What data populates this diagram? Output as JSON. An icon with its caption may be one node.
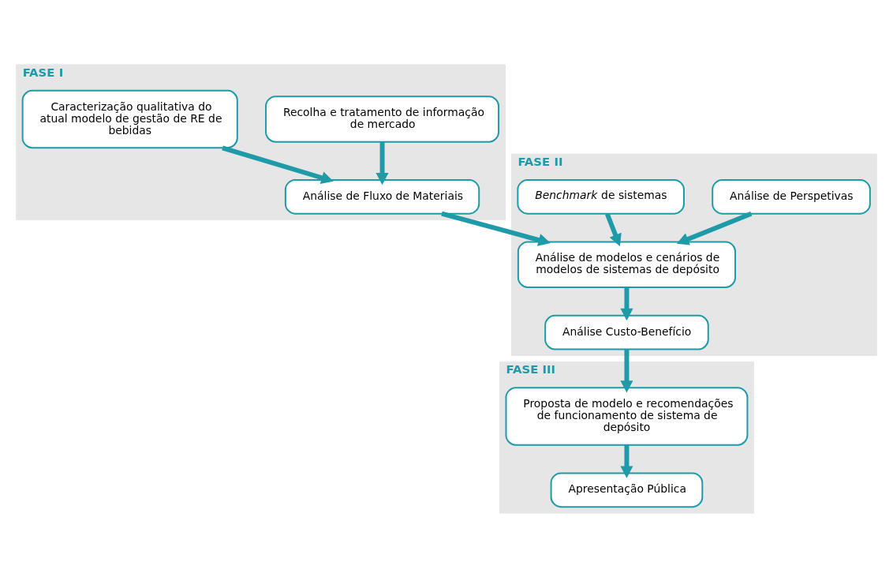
{
  "diagram": {
    "nodes": [
      {
        "text": [
          "FASE I"
        ]
      },
      {
        "text": [
          "Caracterização qualitativa do atual modelo de gestão de RE de bebidas"
        ],
        "in": 0
      },
      {
        "text": [
          "Recolha e tratamento de informação de mercado"
        ],
        "in": 0
      },
      {
        "text": [
          "Análise de Fluxo de Materiais"
        ],
        "in": 0
      },
      {
        "text": [
          "FASE II"
        ]
      },
      {
        "text": [
          "*Benchmark* de sistemas"
        ],
        "in": 4
      },
      {
        "text": [
          "Análise de Perspetivas"
        ],
        "in": 4
      },
      {
        "text": [
          "Análise de modelos e cenários de modelos de sistemas de depósito"
        ],
        "in": 4
      },
      {
        "text": [
          "Análise Custo-Benefício"
        ],
        "in": 4
      },
      {
        "text": [
          "FASE III"
        ]
      },
      {
        "text": [
          "Proposta de modelo e recomendações de funcionamento de sistema de depósito"
        ],
        "in": 9
      },
      {
        "text": [
          "Apresentação Pública"
        ],
        "in": 9
      }
    ],
    "edges": [
      {
        "from": 1,
        "to": 3,
        "arrow": "to"
      },
      {
        "from": 2,
        "to": 3,
        "arrow": "to"
      },
      {
        "from": 3,
        "to": 7,
        "arrow": "to"
      },
      {
        "from": 5,
        "to": 7,
        "arrow": "to"
      },
      {
        "from": 6,
        "to": 7,
        "arrow": "to"
      },
      {
        "from": 7,
        "to": 8,
        "arrow": "to"
      },
      {
        "from": 8,
        "to": 10,
        "arrow": "to"
      },
      {
        "from": 10,
        "to": 11,
        "arrow": "to"
      }
    ]
  }
}
